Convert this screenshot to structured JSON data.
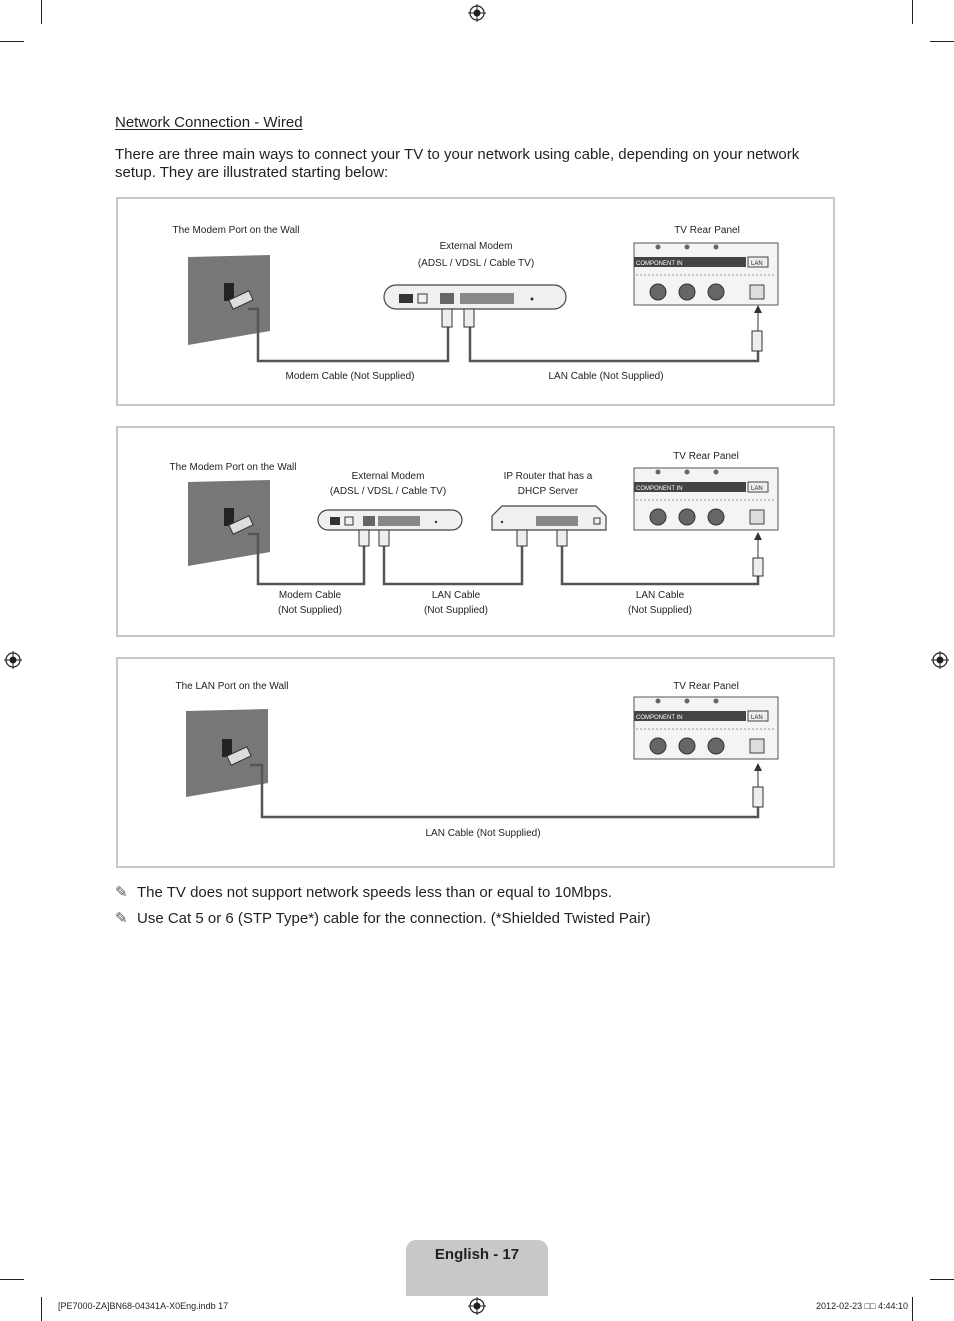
{
  "section_title": "Network Connection - Wired",
  "intro_text": "There are three main ways to connect your TV to your network using cable, depending on your network setup. They are illustrated starting below:",
  "diagram1": {
    "wall_port": "The Modem Port on the Wall",
    "modem_line1": "External Modem",
    "modem_line2": "(ADSL / VDSL / Cable TV)",
    "tv_panel": "TV Rear Panel",
    "cable_modem": "Modem Cable (Not Supplied)",
    "cable_lan": "LAN Cable (Not Supplied)"
  },
  "diagram2": {
    "wall_port": "The Modem Port on the Wall",
    "modem_line1": "External Modem",
    "modem_line2": "(ADSL / VDSL / Cable TV)",
    "router_line1": "IP Router that has a",
    "router_line2": "DHCP Server",
    "tv_panel": "TV Rear Panel",
    "cable1_line1": "Modem Cable",
    "cable1_line2": "(Not Supplied)",
    "cable2_line1": "LAN Cable",
    "cable2_line2": "(Not Supplied)",
    "cable3_line1": "LAN Cable",
    "cable3_line2": "(Not Supplied)"
  },
  "diagram3": {
    "wall_port": "The LAN Port on the Wall",
    "tv_panel": "TV Rear Panel",
    "cable_lan": "LAN Cable (Not Supplied)"
  },
  "tv_panel_labels": {
    "component": "COMPONENT IN",
    "lan": "LAN"
  },
  "notes": [
    "The TV does not support network speeds less than or equal to 10Mbps.",
    "Use Cat 5 or 6 (STP Type*) cable for the connection. (*Shielded Twisted Pair)"
  ],
  "page_number": "English - 17",
  "footer_left": "[PE7000-ZA]BN68-04341A-X0Eng.indb   17",
  "footer_right": "2012-02-23   □□ 4:44:10",
  "icons": {
    "note": "pencil-note-icon",
    "registration": "registration-mark-icon"
  },
  "colors": {
    "cable": "#555555",
    "panel_border": "#c8c8c8",
    "page_tab": "#c8c8c8"
  }
}
